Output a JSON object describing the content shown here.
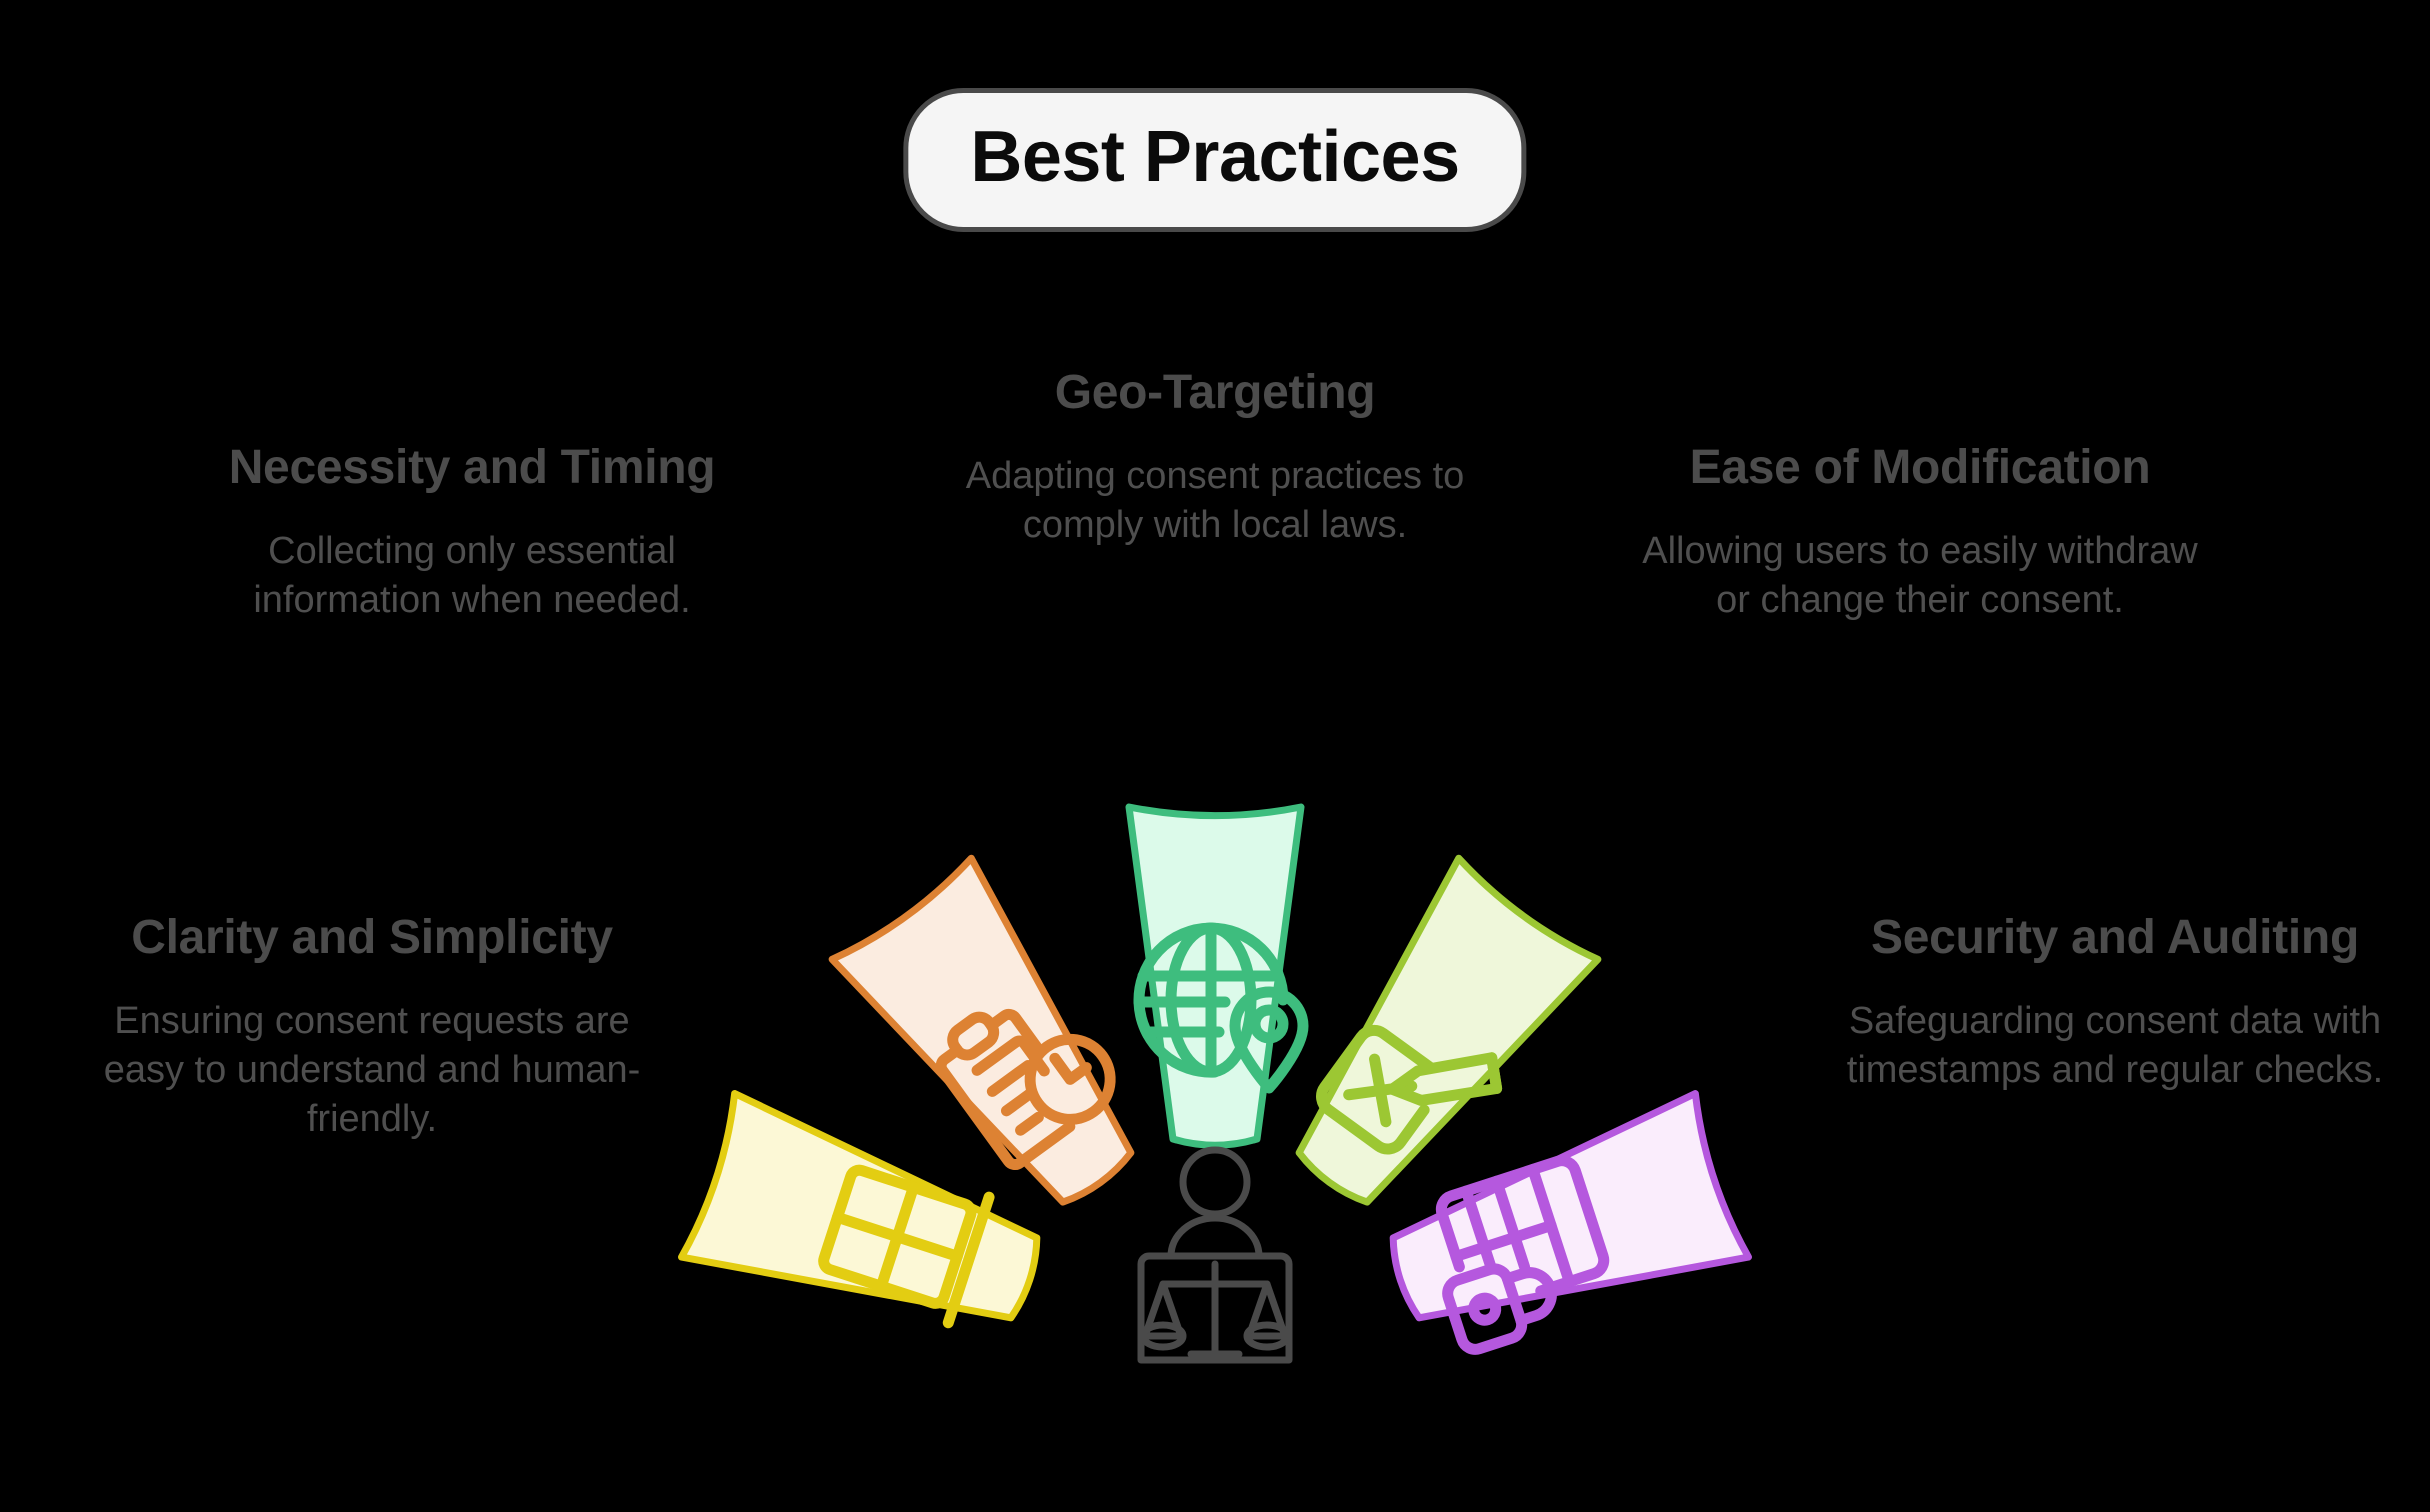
{
  "page": {
    "background_color": "#000000",
    "heading_color": "#4c4c4c",
    "body_color": "#4f4f4f"
  },
  "title": {
    "text": "Best Practices",
    "pill_background": "#f5f5f5",
    "pill_border": "#4a4a4a",
    "text_color": "#0b0b0b"
  },
  "center_icon": {
    "name": "judge-scales-icon",
    "color": "#4a4a4a"
  },
  "segments": [
    {
      "id": "clarity",
      "heading": "Clarity and Simplicity",
      "body": "Ensuring consent requests are easy to understand and human-friendly.",
      "icon": "window-grid-icon",
      "fill": "#fcf8d6",
      "stroke": "#e3cd12"
    },
    {
      "id": "necessity",
      "heading": "Necessity and Timing",
      "body": "Collecting only essential information when needed.",
      "icon": "clipboard-clock-icon",
      "fill": "#fbece0",
      "stroke": "#dd8233"
    },
    {
      "id": "geo",
      "heading": "Geo-Targeting",
      "body": "Adapting consent practices to comply with local laws.",
      "icon": "globe-location-pin-icon",
      "fill": "#dcfaea",
      "stroke": "#3ebd7e"
    },
    {
      "id": "ease",
      "heading": "Ease of Modification",
      "body": "Allowing users to easily withdraw or change their consent.",
      "icon": "edit-checkbox-pencil-icon",
      "fill": "#eff7da",
      "stroke": "#9cc733"
    },
    {
      "id": "security",
      "heading": "Security and Auditing",
      "body": "Safeguarding consent data with timestamps and regular checks.",
      "icon": "table-lock-icon",
      "fill": "#faedfc",
      "stroke": "#b558de"
    }
  ]
}
